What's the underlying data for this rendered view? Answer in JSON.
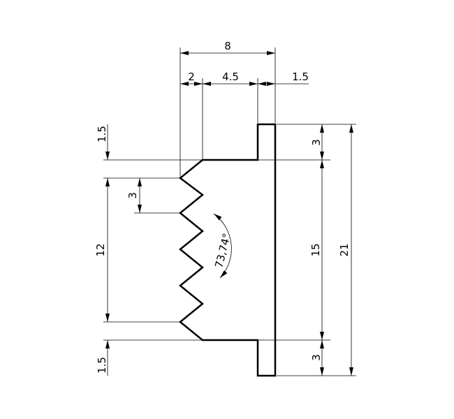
{
  "dimensions": {
    "overall_width": "8",
    "left_offset": "2",
    "middle_width": "4.5",
    "flange_width": "1.5",
    "top_edge": "1.5",
    "bottom_edge": "1.5",
    "tooth_pitch": "3",
    "tooth_span": "12",
    "top_flange_height": "3",
    "bottom_flange_height": "3",
    "body_height": "15",
    "overall_height": "21",
    "tooth_angle": "73,74°"
  },
  "colors": {
    "line": "#000000",
    "background": "#ffffff"
  }
}
